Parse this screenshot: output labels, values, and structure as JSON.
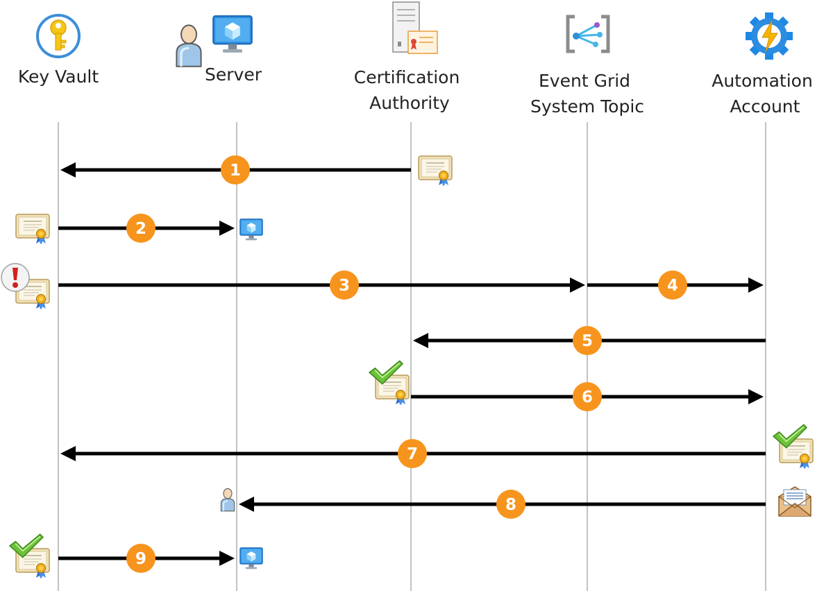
{
  "participants": [
    {
      "id": "keyvault",
      "label_lines": [
        "Key Vault"
      ],
      "icon": "key-vault-icon"
    },
    {
      "id": "server",
      "label_lines": [
        "Server"
      ],
      "icon": "server-icon"
    },
    {
      "id": "ca",
      "label_lines": [
        "Certification",
        "Authority"
      ],
      "icon": "certification-authority-icon"
    },
    {
      "id": "eventgrid",
      "label_lines": [
        "Event Grid",
        "System Topic"
      ],
      "icon": "event-grid-icon"
    },
    {
      "id": "automation",
      "label_lines": [
        "Automation",
        "Account"
      ],
      "icon": "automation-account-icon"
    }
  ],
  "steps": [
    {
      "number": "1",
      "from": "ca",
      "to": "keyvault",
      "extras": [
        {
          "icon": "certificate-icon",
          "near": "ca",
          "side": "right"
        }
      ]
    },
    {
      "number": "2",
      "from": "keyvault",
      "to": "server",
      "extras": [
        {
          "icon": "certificate-icon",
          "near": "keyvault",
          "side": "left"
        },
        {
          "icon": "monitor-icon",
          "near": "server",
          "side": "right"
        }
      ]
    },
    {
      "number": "3",
      "from": "keyvault",
      "to": "eventgrid",
      "extras": [
        {
          "icon": "certificate-warning-icon",
          "near": "keyvault",
          "side": "left"
        }
      ]
    },
    {
      "number": "4",
      "from": "eventgrid",
      "to": "automation",
      "extras": []
    },
    {
      "number": "5",
      "from": "automation",
      "to": "ca",
      "extras": []
    },
    {
      "number": "6",
      "from": "ca",
      "to": "automation",
      "extras": [
        {
          "icon": "certificate-approved-icon",
          "near": "ca",
          "side": "left"
        }
      ]
    },
    {
      "number": "7",
      "from": "automation",
      "to": "keyvault",
      "extras": [
        {
          "icon": "certificate-approved-icon",
          "near": "automation",
          "side": "right"
        }
      ]
    },
    {
      "number": "8",
      "from": "automation",
      "to": "server",
      "extras": [
        {
          "icon": "user-icon",
          "near": "server",
          "side": "left"
        },
        {
          "icon": "email-icon",
          "near": "automation",
          "side": "right"
        }
      ]
    },
    {
      "number": "9",
      "from": "keyvault",
      "to": "server",
      "extras": [
        {
          "icon": "certificate-approved-icon",
          "near": "keyvault",
          "side": "left"
        },
        {
          "icon": "monitor-icon",
          "near": "server",
          "side": "right"
        }
      ]
    }
  ],
  "colors": {
    "arrow": "#000000",
    "lifeline": "#9a9a9a",
    "badge": "#f7941d",
    "key_gold": "#f5c518",
    "key_ring": "#3b8fd8",
    "azure_blue": "#1e88e5",
    "check_green": "#5cb531",
    "warning_red": "#d3201d"
  }
}
